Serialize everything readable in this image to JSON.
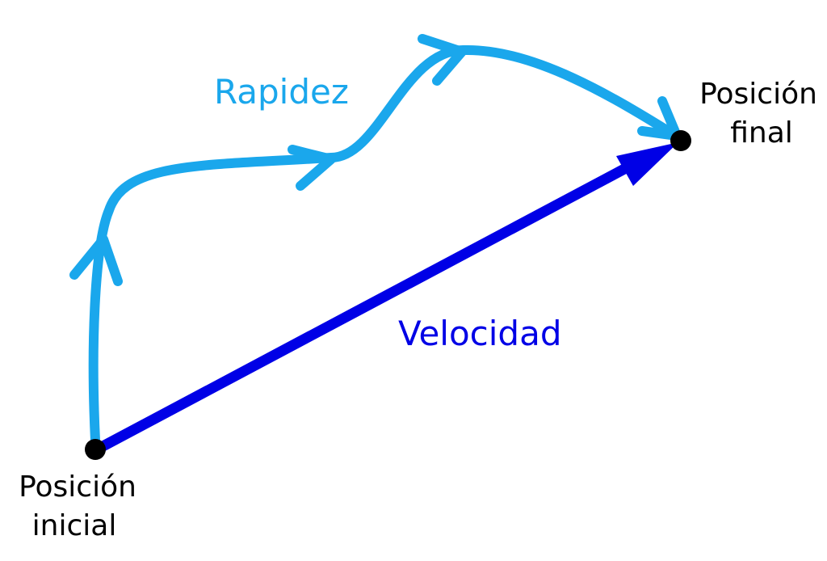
{
  "colors": {
    "speed": "#1AA7EC",
    "velocity": "#0000E6",
    "point": "#000000",
    "text": "#000000"
  },
  "labels": {
    "speed": "Rapidez",
    "velocity": "Velocidad",
    "start": [
      "Posición",
      "inicial"
    ],
    "end": [
      "Posición",
      "final"
    ]
  }
}
